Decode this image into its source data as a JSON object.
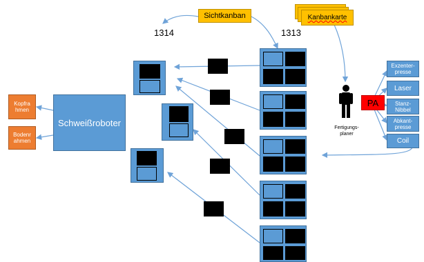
{
  "labels": {
    "sichtkanban": "Sichtkanban",
    "kanbankarte": "Kanbankarte",
    "num_left": "1314",
    "num_right": "1313",
    "robot": "Schweißroboter",
    "out_top": "Kopfra hmen",
    "out_bottom": "Bodenr ahmen",
    "planner_line1": "Fertigungs-",
    "planner_line2": "planer",
    "pa": "PA",
    "machines": [
      "Exzenter-presse",
      "Laser",
      "Stanz-Nibbel",
      "Abkant-presse",
      "Coil"
    ]
  },
  "colors": {
    "process_blue": "#5b9bd5",
    "output_orange": "#ed7d31",
    "card_yellow": "#ffc000",
    "pa_red": "#ff0000",
    "arrow": "#6fa3d8"
  },
  "icons": {
    "planner": "person-icon"
  }
}
